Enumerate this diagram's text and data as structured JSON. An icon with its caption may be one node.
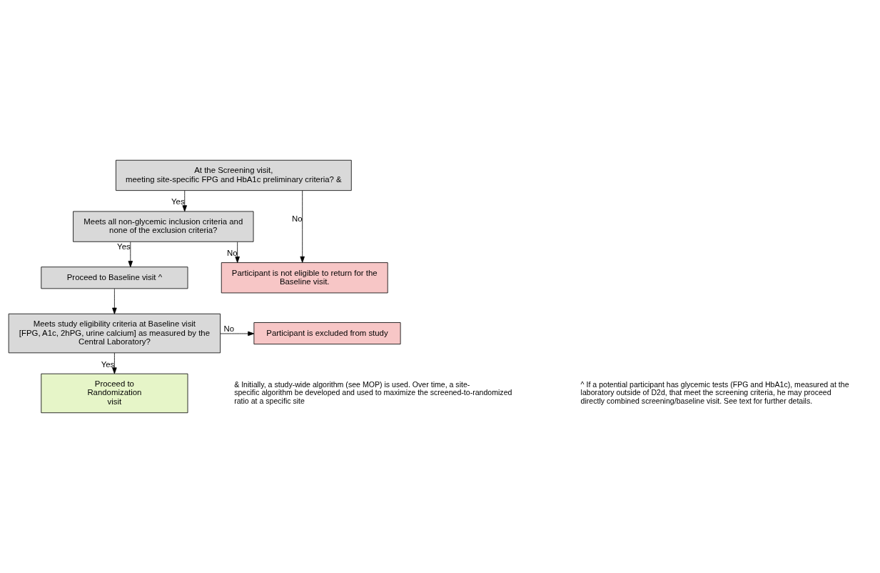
{
  "diagram": {
    "nodes": [
      {
        "text": [
          "At the Screening visit,",
          "meeting site-specific FPG and HbA1c preliminary criteria? &"
        ]
      },
      {
        "text": [
          "Meets all non-glycemic inclusion criteria and none of the exclusion criteria?"
        ]
      },
      {
        "text": [
          "Proceed to Baseline visit ^"
        ]
      },
      {
        "text": [
          "Meets study eligibility criteria at Baseline visit [FPG, A1c, 2hPG, urine calcium] as measured by the Central Laboratory?"
        ]
      },
      {
        "text": [
          "Proceed to Randomization visit"
        ]
      },
      {
        "text": [
          "Participant is not eligible to return for the Baseline visit."
        ]
      },
      {
        "text": [
          "Participant is excluded from study"
        ]
      }
    ],
    "edges": [
      {
        "from": 0,
        "to": 1,
        "arrow": "to",
        "label": "Yes"
      },
      {
        "from": 0,
        "to": 5,
        "arrow": "to",
        "label": "No"
      },
      {
        "from": 1,
        "to": 5,
        "arrow": "to",
        "label": "No"
      },
      {
        "from": 1,
        "to": 2,
        "arrow": "to",
        "label": "Yes"
      },
      {
        "from": 2,
        "to": 3,
        "arrow": "to"
      },
      {
        "from": 3,
        "to": 6,
        "arrow": "to",
        "label": "No"
      },
      {
        "from": 3,
        "to": 4,
        "arrow": "to",
        "label": "Yes"
      }
    ],
    "labels": [
      "& Initially, a study-wide algorithm (see MOP) is used. Over time, a site-specific algorithm be developed and used to maximize the screened-to-randomized ratio at a specific site",
      "^ If a potential participant has glycemic tests (FPG and HbA1c), measured at the laboratory outside of D2d, that meet the screening criteria, he may proceed directly combined screening/baseline visit. See text for further details."
    ]
  }
}
